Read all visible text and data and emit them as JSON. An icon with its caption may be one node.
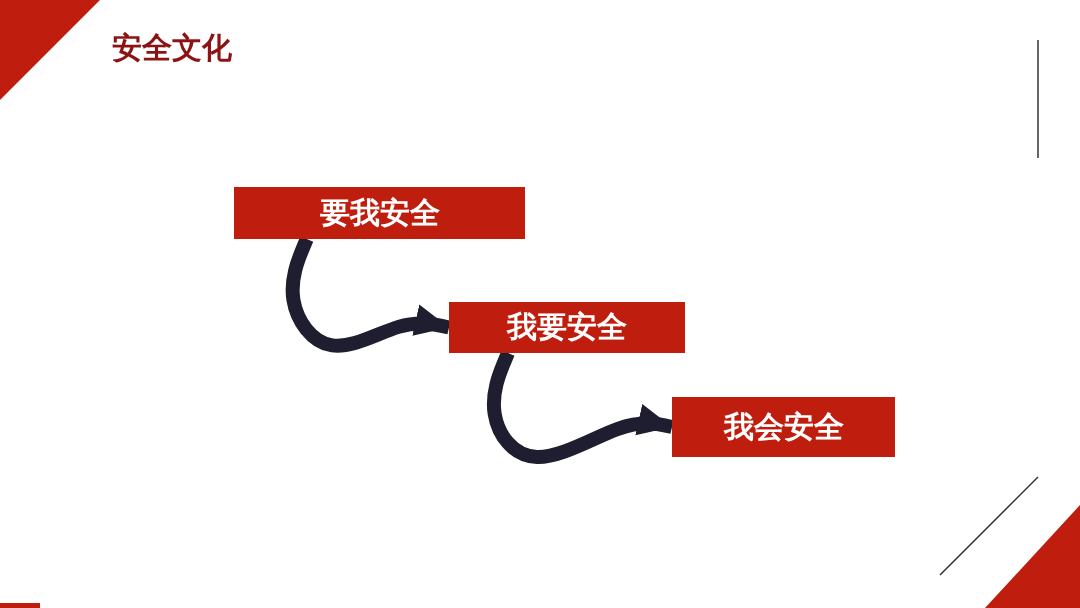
{
  "diagram": {
    "title": "安全文化",
    "nodes": [
      {
        "text": [
          "要我安全"
        ]
      },
      {
        "text": [
          "我要安全"
        ]
      },
      {
        "text": [
          "我会安全"
        ]
      }
    ],
    "edges": [
      {
        "from": 0,
        "to": 1,
        "arrow": "to"
      },
      {
        "from": 1,
        "to": 2,
        "arrow": "to"
      }
    ]
  }
}
